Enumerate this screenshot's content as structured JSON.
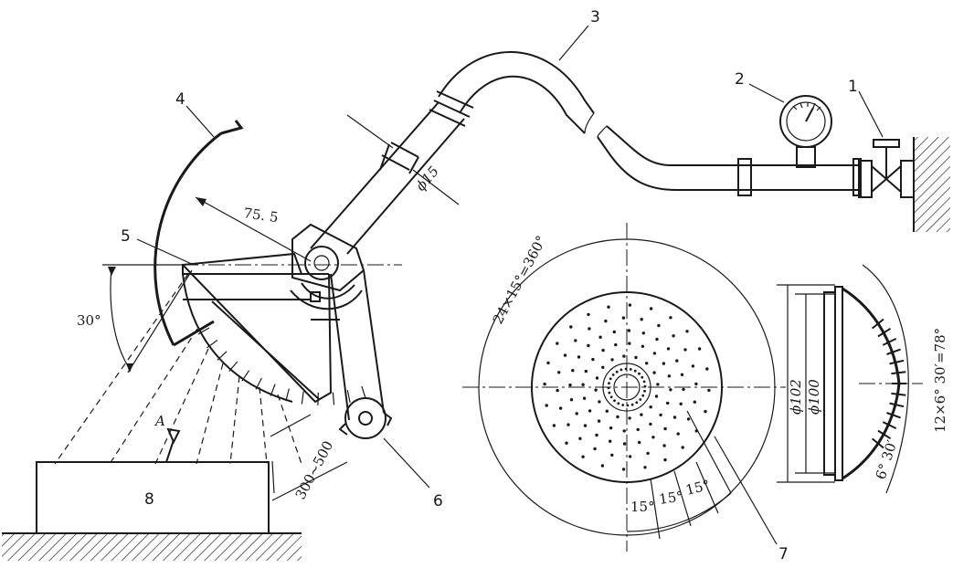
{
  "labels": {
    "part1": "1",
    "part2": "2",
    "part3": "3",
    "part4": "4",
    "part5": "5",
    "part6": "6",
    "part7": "7",
    "part8": "8"
  },
  "dimensions": {
    "pipe_diameter": "ϕ15",
    "radius": "75. 5",
    "tilt_angle": "30°",
    "distance": "300~500",
    "nozzle_pattern": "24×15°=360°",
    "outer_diameter": "ϕ102",
    "inner_diameter": "ϕ100",
    "arc_spacing": "12×6° 30′=78°",
    "arc_step": "6° 30′",
    "angle_a": "15°",
    "angle_b": "15°",
    "angle_c": "15°",
    "view_letter": "A"
  }
}
